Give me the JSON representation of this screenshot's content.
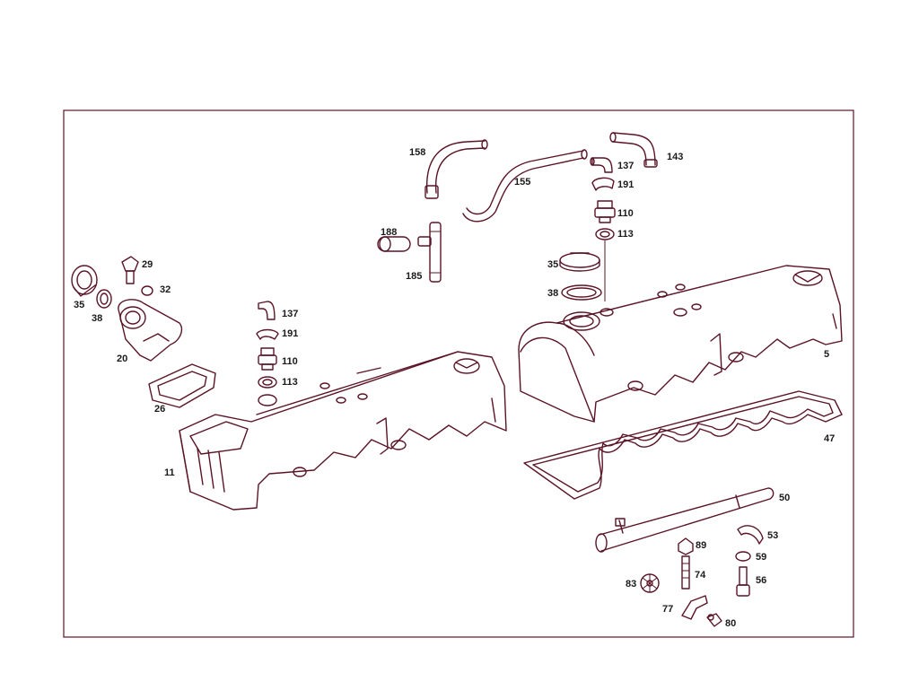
{
  "diagram": {
    "line_color": "#5a1426",
    "label_color": "#1a1a1a",
    "callouts": {
      "c158": "158",
      "c155": "155",
      "c143": "143",
      "c137a": "137",
      "c191a": "191",
      "c110a": "110",
      "c113a": "113",
      "c188": "188",
      "c185": "185",
      "c35a": "35",
      "c38a": "38",
      "c29": "29",
      "c32": "32",
      "c35b": "35",
      "c38b": "38",
      "c20": "20",
      "c26": "26",
      "c137b": "137",
      "c191b": "191",
      "c110b": "110",
      "c113b": "113",
      "c11": "11",
      "c5": "5",
      "c47": "47",
      "c50": "50",
      "c53": "53",
      "c89": "89",
      "c59": "59",
      "c74": "74",
      "c56": "56",
      "c83": "83",
      "c77": "77",
      "c80": "80"
    }
  }
}
